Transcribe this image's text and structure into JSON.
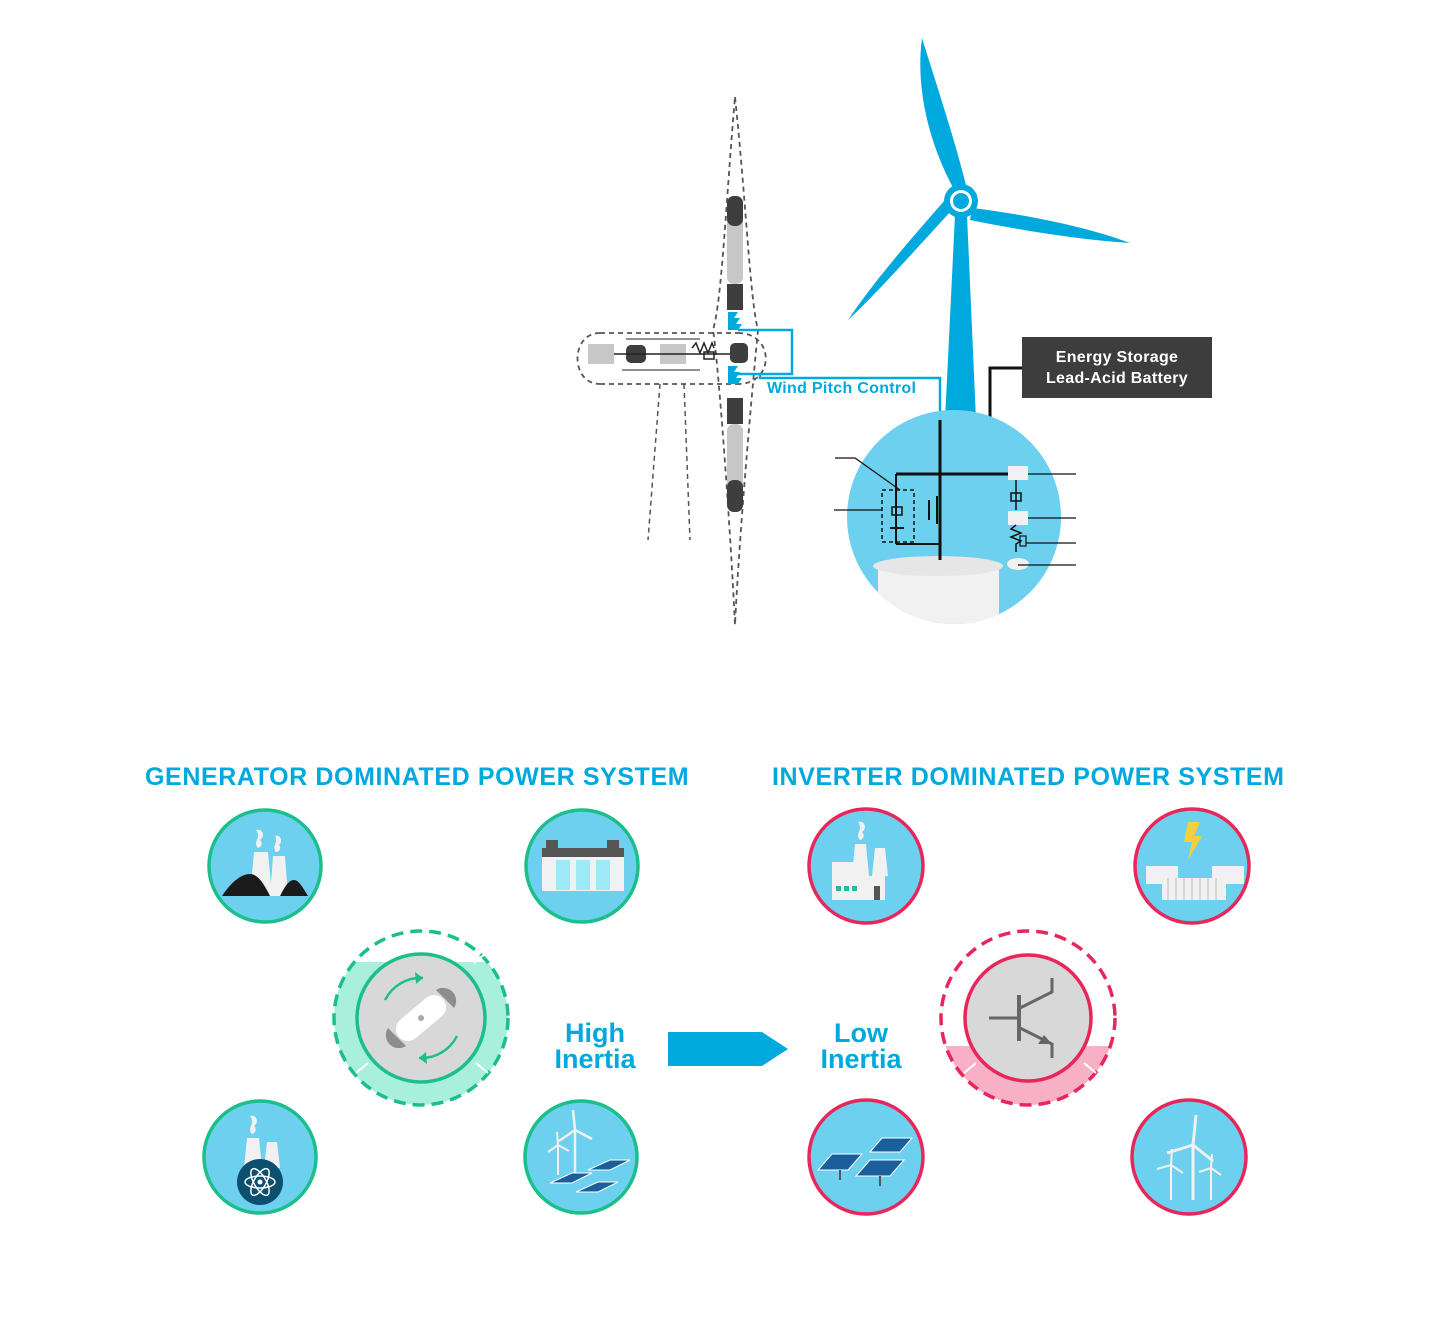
{
  "top_diagram": {
    "pitch_label": "Wind Pitch Control",
    "storage_line1": "Energy Storage",
    "storage_line2": "Lead-Acid Battery"
  },
  "left_system": {
    "title": "GENERATOR DOMINATED POWER SYSTEM",
    "inertia_line1": "High",
    "inertia_line2": "Inertia",
    "icons": [
      "coal-plant-icon",
      "hydro-dam-icon",
      "nuclear-plant-icon",
      "wind-solar-icon"
    ],
    "center_icon": "rotating-generator-icon"
  },
  "right_system": {
    "title": "INVERTER DOMINATED POWER SYSTEM",
    "inertia_line1": "Low",
    "inertia_line2": "Inertia",
    "icons": [
      "industrial-plant-icon",
      "battery-storage-icon",
      "solar-panels-icon",
      "wind-turbines-icon"
    ],
    "center_icon": "transistor-inverter-icon"
  },
  "colors": {
    "accent_blue": "#00a9dd",
    "light_blue": "#6dd0ee",
    "generator_green": "#1cbf8c",
    "inverter_red": "#e8265a",
    "dark_gray": "#3d3d3d"
  }
}
